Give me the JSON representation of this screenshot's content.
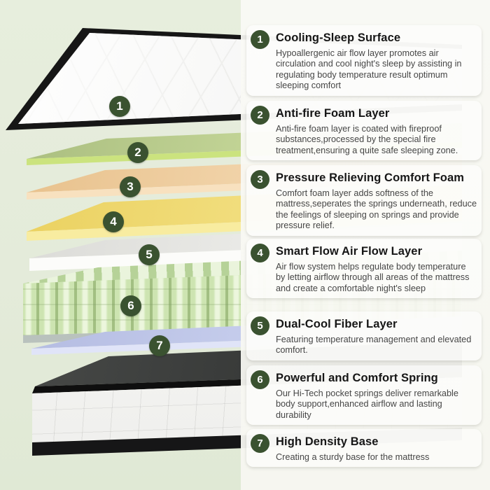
{
  "colors": {
    "background": "#e4ebda",
    "badge_green": "#3a5230",
    "badge_number": "#ffffff",
    "panel_background": "#faf9f5",
    "title_text": "#161616",
    "body_text": "#464646",
    "mattress_quilt_white": "#fbfbfa",
    "mattress_trim_black": "#161616",
    "layer_green_foam": "#cbe37e",
    "layer_tan_foam": "#f0cf9e",
    "layer_yellow_foam": "#f3dd76",
    "layer_white_fiber": "#f4f4f1",
    "layer_spring_green": "#cfe5b4",
    "layer_lavender_fiber": "#c3cbec",
    "base_dark_top": "#3d3f3e",
    "base_white_side": "#f8f8f6"
  },
  "features": [
    {
      "number": "1",
      "title": "Cooling-Sleep Surface",
      "description": "Hypoallergenic air flow layer promotes air circulation and cool night's sleep by assisting in regulating body temperature result optimum sleeping comfort"
    },
    {
      "number": "2",
      "title": "Anti-fire Foam Layer",
      "description": "Anti-fire foam layer is coated with fireproof substances,processed by the special fire treatment,ensuring a quite safe sleeping zone."
    },
    {
      "number": "3",
      "title": "Pressure Relieving Comfort Foam",
      "description": "Comfort foam layer adds softness of the mattress,seperates the springs underneath, reduce the feelings of sleeping on springs and provide pressure relief."
    },
    {
      "number": "4",
      "title": "Smart Flow Air Flow Layer",
      "description": "Air flow system helps regulate body temperature by letting airflow through all areas of the mattress and create a comfortable night's sleep"
    },
    {
      "number": "5",
      "title": "Dual-Cool Fiber Layer",
      "description": "Featuring temperature management and elevated comfort."
    },
    {
      "number": "6",
      "title": "Powerful and Comfort Spring",
      "description": "Our Hi-Tech pocket springs deliver remarkable body support,enhanced airflow and lasting durability"
    },
    {
      "number": "7",
      "title": "High Density Base",
      "description": "Creating a sturdy base for the mattress"
    }
  ]
}
